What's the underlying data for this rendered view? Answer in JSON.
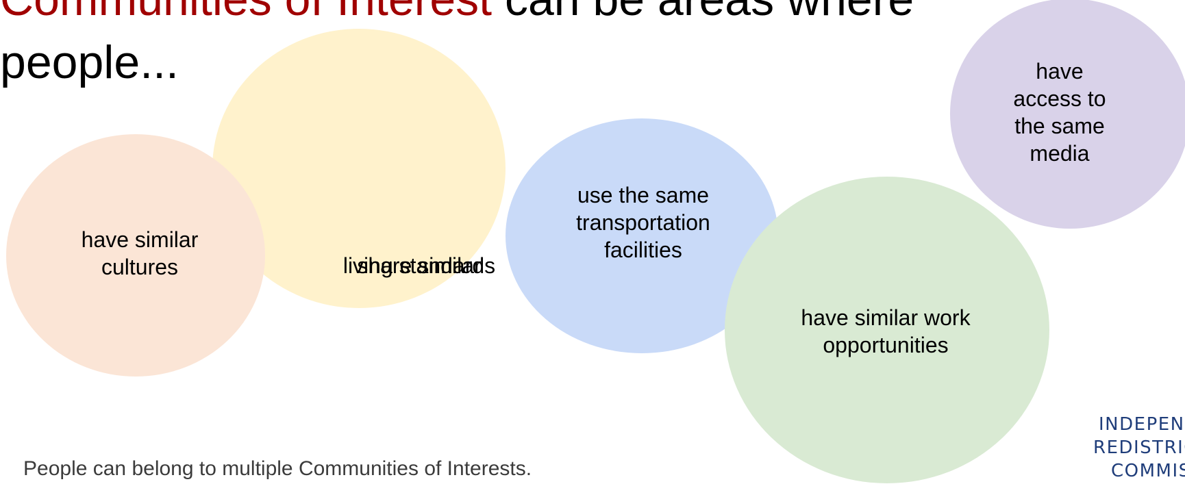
{
  "title": {
    "highlight": "Communities of Interest",
    "rest_line1": " can be areas where",
    "line2": "people..."
  },
  "bubbles": {
    "living_standards": {
      "line1": "share similar",
      "line2": "living standards"
    },
    "cultures": {
      "line1": "have similar",
      "line2": "cultures"
    },
    "transportation": {
      "line1": "use the same",
      "line2": "transportation",
      "line3": "facilities"
    },
    "work": {
      "line1": "have similar work",
      "line2": "opportunities"
    },
    "media": {
      "line1": "have",
      "line2": "access to",
      "line3": "the same",
      "line4": "media"
    }
  },
  "footer": "People can belong to multiple Communities of Interests.",
  "logo": {
    "line1": "INDEPENDE",
    "line2": "REDISTRICTIN",
    "line3": "COMMISSIO"
  },
  "colors": {
    "highlight": "#a00000",
    "bubble_living": "#fff2cc",
    "bubble_cultures": "#fbe5d6",
    "bubble_transport": "#c9daf8",
    "bubble_work": "#d9ead3",
    "bubble_media": "#d9d2e9",
    "logo": "#1f3d7a"
  }
}
